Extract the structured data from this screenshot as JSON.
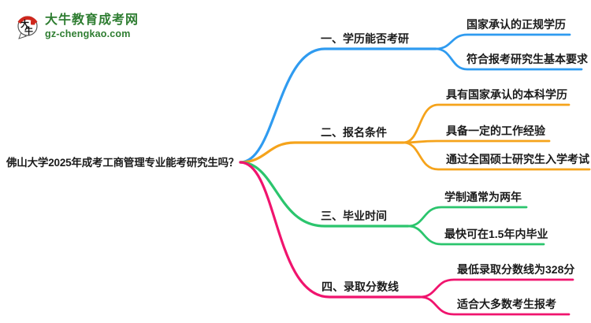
{
  "logo": {
    "icon_chars": "大牛",
    "title": "大牛教育成考网",
    "domain": "gz-chengkao.com",
    "brand_green": "#2e7d31",
    "seal_red": "#cf271d"
  },
  "root": {
    "title": "佛山大学2025年成考工商管理专业能考研究生吗？"
  },
  "branches": [
    {
      "label": "一、学历能否考研",
      "color": "#2f9bf0",
      "children": [
        "国家承认的正规学历",
        "符合报考研究生基本要求"
      ]
    },
    {
      "label": "二、报名条件",
      "color": "#f5a31b",
      "children": [
        "具有国家承认的本科学历",
        "具备一定的工作经验",
        "通过全国硕士研究生入学考试"
      ]
    },
    {
      "label": "三、毕业时间",
      "color": "#2bc56d",
      "children": [
        "学制通常为两年",
        "最快可在1.5年内毕业"
      ]
    },
    {
      "label": "四、录取分数线",
      "color": "#f0146e",
      "children": [
        "最低录取分数线为328分",
        "适合大多数考生报考"
      ]
    }
  ],
  "colors": {
    "text": "#1b1b1b",
    "background": "#ffffff"
  }
}
